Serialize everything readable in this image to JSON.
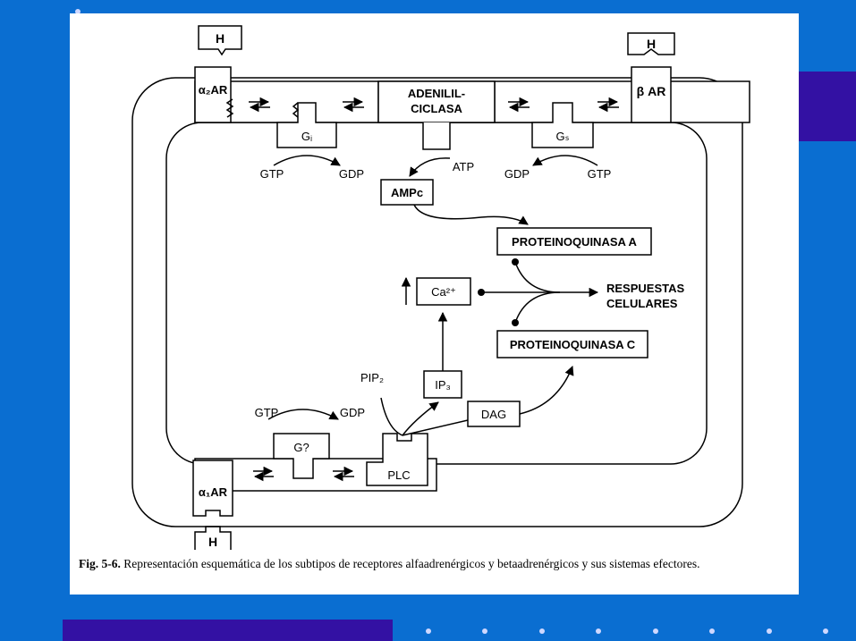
{
  "diagram": {
    "hormone_left_top": "H",
    "hormone_right_top": "H",
    "hormone_left_bottom": "H",
    "receptor_alpha2": "α₂AR",
    "receptor_beta": "β AR",
    "receptor_alpha1": "α₁AR",
    "adenylyl_cyclase_line1": "ADENILIL-",
    "adenylyl_cyclase_line2": "CICLASA",
    "g_inhibitory": "Gᵢ",
    "g_stimulatory": "Gₛ",
    "g_unknown": "G?",
    "gtp_left": "GTP",
    "gdp_left": "GDP",
    "atp": "ATP",
    "gdp_right": "GDP",
    "gtp_right": "GTP",
    "ampc": "AMPc",
    "pka": "PROTEINOQUINASA A",
    "calcium": "Ca²⁺",
    "responses_line1": "RESPUESTAS",
    "responses_line2": "CELULARES",
    "pkc": "PROTEINOQUINASA C",
    "pip2": "PIP₂",
    "ip3": "IP₃",
    "dag": "DAG",
    "gtp_bottom": "GTP",
    "gdp_bottom": "GDP",
    "plc": "PLC"
  },
  "caption": {
    "figure_label": "Fig. 5-6.",
    "text": "Representación esquemática de los subtipos de receptores alfaadrenérgicos y betaadrenérgicos y sus sistemas efectores."
  },
  "colors": {
    "background": "#0a6ed1",
    "accent": "#3311a3",
    "paper": "#ffffff"
  }
}
